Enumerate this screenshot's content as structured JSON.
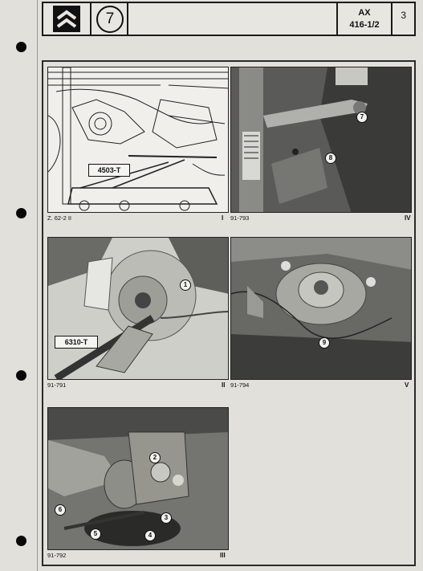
{
  "header": {
    "step_number": "7",
    "model": "AX",
    "reference": "416-1/2",
    "page_number": "3",
    "logo": "citroen-double-chevron-logo"
  },
  "figures": [
    {
      "id": "I",
      "caption": "Z. 62-2 II",
      "roman": "I",
      "tool_label": "4503-T",
      "callouts": []
    },
    {
      "id": "IV",
      "caption": "91-793",
      "roman": "IV",
      "callouts": [
        "7",
        "8"
      ]
    },
    {
      "id": "II",
      "caption": "91-791",
      "roman": "II",
      "tool_label": "6310-T",
      "callouts": [
        "1"
      ]
    },
    {
      "id": "V",
      "caption": "91-794",
      "roman": "V",
      "callouts": [
        "9"
      ]
    },
    {
      "id": "III",
      "caption": "91-792",
      "roman": "III",
      "callouts": [
        "2",
        "3",
        "4",
        "5",
        "6"
      ]
    }
  ]
}
